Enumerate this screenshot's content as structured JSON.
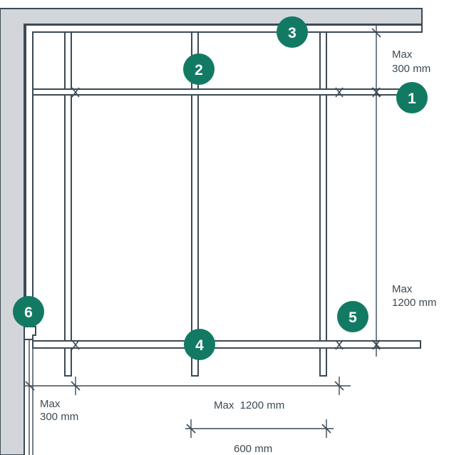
{
  "dimensions": {
    "top_right": [
      "Max",
      "300 mm"
    ],
    "right_lower": [
      "Max",
      "1200 mm"
    ],
    "bottom_left": [
      "Max",
      "300 mm"
    ],
    "bottom_span": "Max  1200 mm",
    "bottom_stud": "600 mm"
  },
  "callouts": [
    "1",
    "2",
    "3",
    "4",
    "5",
    "6"
  ],
  "colors": {
    "wall": "#d2d6da",
    "line": "#3c4a55",
    "badge": "#127a63"
  }
}
